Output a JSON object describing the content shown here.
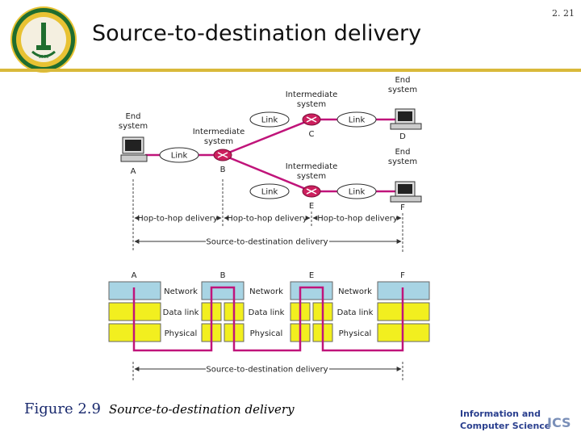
{
  "slide": {
    "number": "2. 21",
    "title": "Source-to-destination delivery",
    "caption_number": "Figure 2.9",
    "caption_text": "Source-to-destination delivery",
    "footer_logo": {
      "line1": "Information and",
      "line2": "Computer Science",
      "mark": "ICS"
    },
    "university_logo": {
      "year": "1963"
    }
  },
  "top_diagram": {
    "end_system_a": {
      "name": "End\nsystem",
      "letter": "A"
    },
    "intermediate_b": {
      "name": "Intermediate\nsystem",
      "letter": "B"
    },
    "intermediate_c": {
      "name": "Intermediate\nsystem",
      "letter": "C"
    },
    "intermediate_e": {
      "name": "Intermediate\nsystem",
      "letter": "E"
    },
    "end_system_d": {
      "name": "End\nsystem",
      "letter": "D"
    },
    "end_system_f": {
      "name": "End\nsystem",
      "letter": "F"
    },
    "link_label": "Link",
    "hop_label": "Hop-to-hop delivery",
    "s2d_label": "Source-to-destination delivery"
  },
  "bottom_diagram": {
    "columns": [
      "A",
      "B",
      "E",
      "F"
    ],
    "layers": [
      "Network",
      "Data link",
      "Physical"
    ],
    "s2d_label": "Source-to-destination delivery"
  },
  "colors": {
    "network_layer": "#a8d4e4",
    "datalink_layer": "#f2ef1f",
    "physical_layer": "#f2ef1f",
    "path": "#c0147a",
    "router": "#cc1f5e",
    "title_rule": "#d9b93a",
    "caption": "#1a2a6e"
  }
}
